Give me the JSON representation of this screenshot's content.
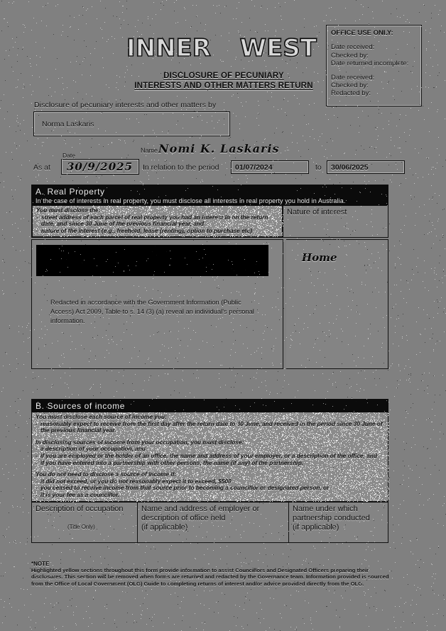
{
  "logo": {
    "word1": "INNER",
    "word2": "WEST"
  },
  "header": {
    "title_line1": "DISCLOSURE OF PECUNIARY",
    "title_line2": "INTERESTS AND OTHER MATTERS RETURN"
  },
  "office_use": {
    "heading": "OFFICE USE ONLY:",
    "group1": [
      "Date received:",
      "Checked by:",
      "Date returned incomplete:"
    ],
    "group2": [
      "Date received:",
      "Checked by:",
      "Redacted by:"
    ]
  },
  "disclosure": {
    "label": "Disclosure of pecuniary interests and other matters by",
    "name_value": "Norma Laskaris",
    "name_label": "Name",
    "name_handwritten": "Nomi K. Laskaris",
    "date_caption": "Date",
    "as_at_label": "As at",
    "date_value": "30/9/2025",
    "period_label": "In relation to the period",
    "period_from": "01/07/2024",
    "to_label": "to",
    "period_to": "30/06/2025"
  },
  "section_a": {
    "heading": "A. Real Property",
    "subheading": "In the case of interests in real property, you must disclose all interests in real property you hold in Australia.",
    "instructions_lead": "You must disclose the:",
    "instructions": [
      "street address of each parcel of real property you had an interest in on the return date, and since 30 June of the previous financial year, and",
      "nature of the interest (e.g., freehold, lease (renting), option to purchase etc)"
    ],
    "column_header_right": "Nature of interest",
    "redaction_note": "Redacted in accordance with the Government Information (Public Access) Act 2009, Table to s. 14 (3) (a) reveal an individual's personal information.",
    "nature_value": "Home"
  },
  "section_b": {
    "heading": "B. Sources of income",
    "instructions_lead_1": "You must disclose each source of income you:",
    "instructions_1": [
      "reasonably expect to receive from the first day after the return date to 30 June, and received in the period since 30 June of the previous financial year."
    ],
    "instructions_lead_2": "In disclosing sources of income from your occupation, you must disclose:",
    "instructions_2": [
      "a description of your occupation, and",
      "if you are employed or the holder of an office, the name and address of your employer, or a description of the office, and",
      "if you have entered into a partnership with other persons, the name (if any) of the partnership."
    ],
    "instructions_lead_3": "You do not need to disclose a source of income if:",
    "instructions_3": [
      "it did not exceed, or you do not reasonably expect it to exceed, $500",
      "you ceased to receive income from that source prior to becoming a councillor or designated person, or",
      "it is your fee as a councillor."
    ],
    "table_headers": [
      "Description of occupation",
      "Name and address of employer or description of office held (if applicable)",
      "Name under which partnership conducted (if applicable)"
    ],
    "header_1_line1": "Description of occupation",
    "header_1_sub": "(Title Only)",
    "header_2_line1": "Name and address of employer or",
    "header_2_line2": "description of office held",
    "header_2_line3": "(if applicable)",
    "header_3_line1": "Name under which",
    "header_3_line2": "partnership conducted",
    "header_3_line3": "(if applicable)"
  },
  "footer": {
    "note_heading": "*NOTE",
    "note_body": "Highlighted yellow sections throughout this form provide information to assist Councillors and Designated Officers preparing their disclosures. This section will be removed when forms are returned and redacted by the Governance team. Information provided is sourced from the Office of Local Government (OLG) Guide to completing returns of interest and/or advice provided directly from the OLG."
  },
  "colors": {
    "paper": "#808080",
    "ink": "#0d0d0d",
    "band": "#0b0b0b",
    "redaction": "#000000"
  }
}
